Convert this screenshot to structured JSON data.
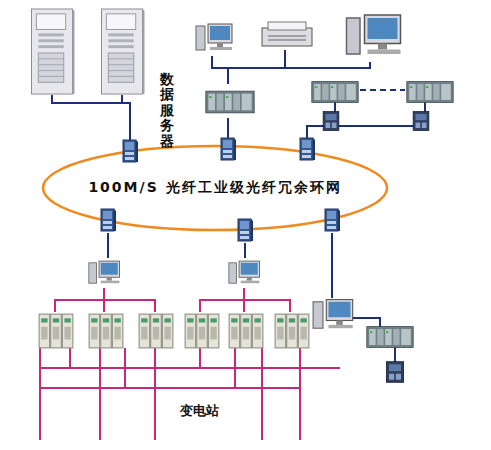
{
  "diagram": {
    "nodes": [
      {
        "text": [
          "100M/S 光纤工业级光纤冗余环网"
        ]
      }
    ],
    "labels": [
      "数据服务器",
      "变电站"
    ]
  }
}
